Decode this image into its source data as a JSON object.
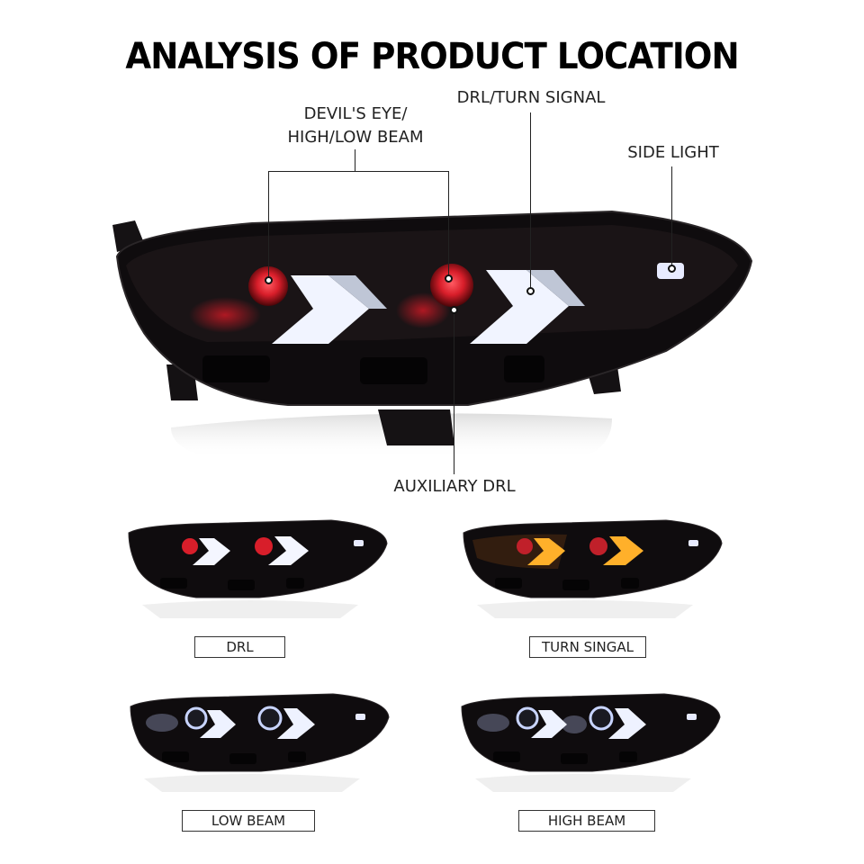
{
  "title": "ANALYSIS OF PRODUCT LOCATION",
  "callouts": {
    "devils_eye_line1": "DEVIL'S EYE/",
    "devils_eye_line2": "HIGH/LOW BEAM",
    "drl_turn": "DRL/TURN SIGNAL",
    "side_light": "SIDE LIGHT",
    "auxiliary_drl": "AUXILIARY DRL"
  },
  "modes": [
    {
      "label": "DRL",
      "drl_color": "#f4f6ff",
      "lens_color": "#d0202a"
    },
    {
      "label": "TURN SINGAL",
      "drl_color": "#ffb02a",
      "lens_color": "#c0202a"
    },
    {
      "label": "LOW BEAM",
      "drl_color": "#eef2ff",
      "lens_color": "#c8d4ff"
    },
    {
      "label": "HIGH BEAM",
      "drl_color": "#eef2ff",
      "lens_color": "#c8d4ff"
    }
  ],
  "colors": {
    "housing": "#0e0b0d",
    "devils_eye_red": "#e0222e",
    "turn_amber": "#ffb02a",
    "drl_white": "#f4f6ff"
  }
}
